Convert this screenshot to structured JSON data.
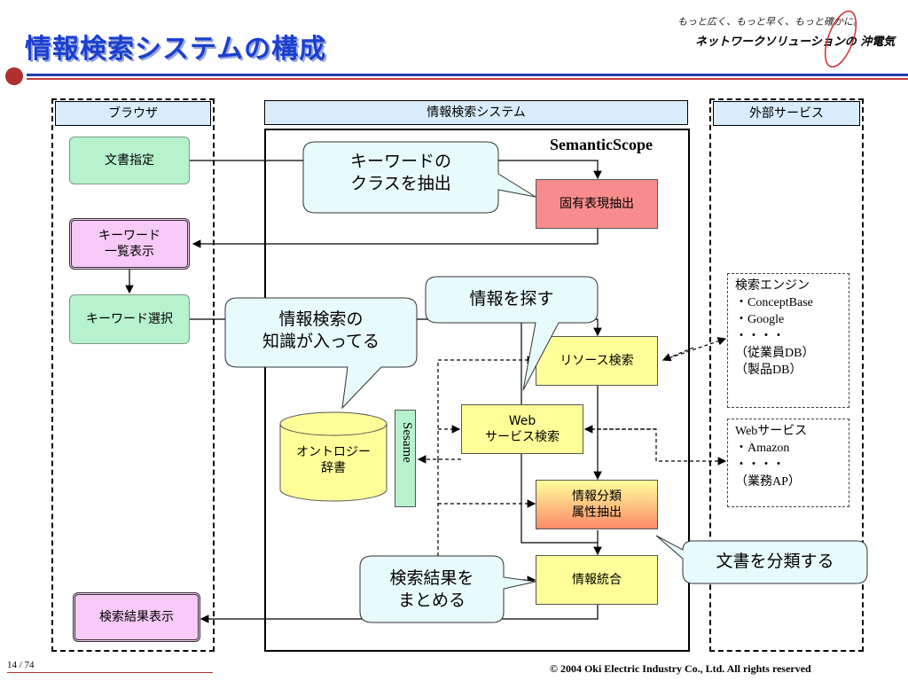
{
  "header": {
    "title": "情報検索システムの構成",
    "tagline": "もっと広く、もっと早く、もっと確かに。",
    "brand": "ネットワークソリューションの 沖電気"
  },
  "panels": {
    "browser": "ブラウザ",
    "system": "情報検索システム",
    "external": "外部サービス"
  },
  "system_name": "SemanticScope",
  "browser_nodes": {
    "doc_select": "文書指定",
    "keyword_list": "キーワード\n一覧表示",
    "keyword_select": "キーワード選択",
    "result_display": "検索結果表示"
  },
  "system_nodes": {
    "ner": "固有表現抽出",
    "resource_search": "リソース検索",
    "web_service_search": "Web\nサービス検索",
    "classify": "情報分類\n属性抽出",
    "integrate": "情報統合",
    "ontology": "オントロジー\n辞書",
    "sesame": "Sesame"
  },
  "callouts": {
    "keyword_class": "キーワードの\nクラスを抽出",
    "find_info": "情報を探す",
    "knowledge": "情報検索の\n知識が入ってる",
    "summarize": "検索結果を\nまとめる",
    "classify_doc": "文書を分類する"
  },
  "external": {
    "search_engines": "検索エンジン\n・ConceptBase\n・Google\n・・・・\n（従業員DB）\n（製品DB）",
    "web_services": "Webサービス\n・Amazon\n・・・・\n（業務AP）"
  },
  "footer": {
    "page": "14 / 74",
    "copyright": "© 2004 Oki Electric Industry Co., Ltd. All rights reserved"
  },
  "colors": {
    "title": "#1a3fd0",
    "green_node": "#b7f2cf",
    "pink_node": "#f7c9f7",
    "yellow_node": "#ffff9a",
    "red_node": "#f88c8c",
    "panel_header": "#d8ecfb",
    "callout": "#e8fbfb"
  }
}
